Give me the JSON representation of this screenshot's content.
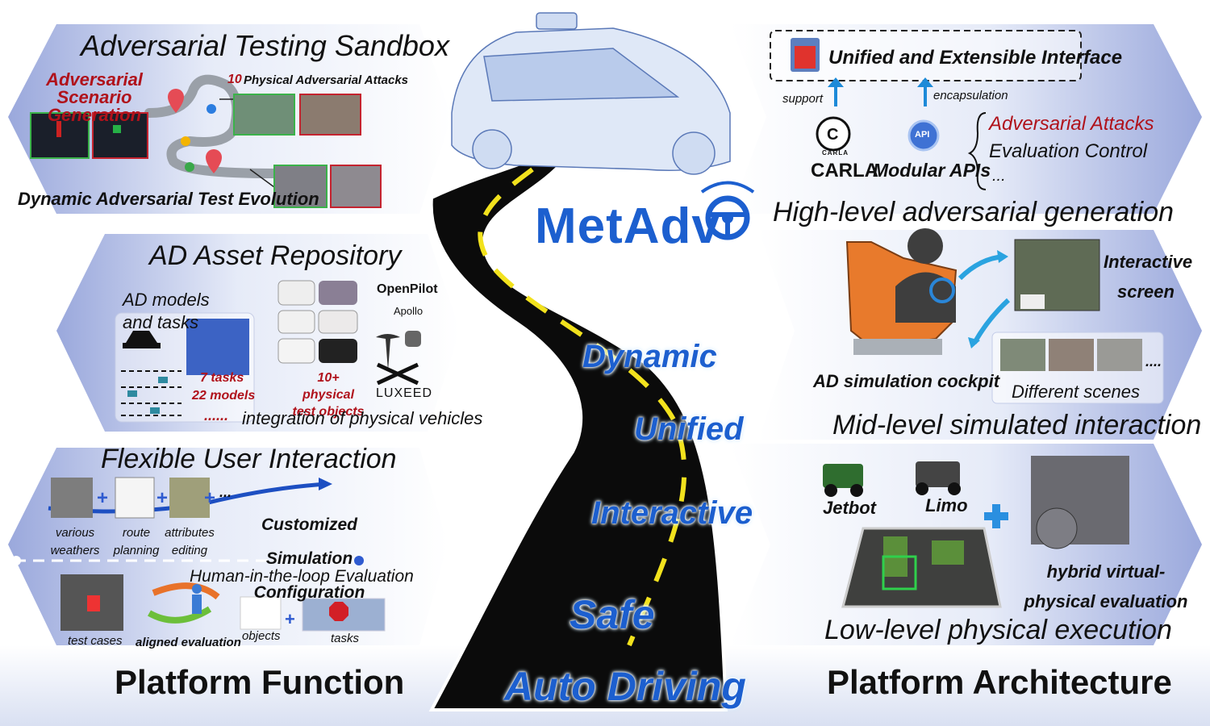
{
  "brand": {
    "name": "MetAdv"
  },
  "road_words": [
    "Dynamic",
    "Unified",
    "Interactive",
    "Safe",
    "Auto Driving"
  ],
  "platform_function": {
    "label": "Platform Function",
    "sandbox": {
      "title": "Adversarial Testing Sandbox",
      "scenario_gen": "Adversarial Scenario Generation",
      "attacks_count": "10",
      "attacks_label": "Physical Adversarial Attacks",
      "evolution": "Dynamic Adversarial Test Evolution"
    },
    "assets": {
      "title": "AD Asset Repository",
      "models_label": "AD models and tasks",
      "tasks": "7 tasks",
      "models": "22 models",
      "ellipsis": "......",
      "objects": "10+ physical test objects",
      "integration": "integration of physical vehicles",
      "brands": [
        "OpenPilot",
        "Apollo",
        "LUXEED"
      ]
    },
    "interaction": {
      "title": "Flexible User Interaction",
      "steps": [
        "various weathers",
        "route planning",
        "attributes editing"
      ],
      "more": "...",
      "custom": "Customized Simulation Configuration",
      "hitl": "Human-in-the-loop Evaluation",
      "test_cases": "test cases",
      "aligned": "aligned evaluation",
      "objects": "objects",
      "tasks": "tasks"
    }
  },
  "platform_architecture": {
    "label": "Platform Architecture",
    "high": {
      "interface": "Unified and Extensible Interface",
      "support": "support",
      "encapsulation": "encapsulation",
      "carla": "CARLA",
      "carla_logo": "CARLA",
      "apis": "Modular APIs",
      "api_badge": "API",
      "attacks": "Adversarial Attacks",
      "eval": "Evaluation Control",
      "more": "...",
      "title": "High-level adversarial generation"
    },
    "mid": {
      "screen": "Interactive screen",
      "cockpit": "AD simulation cockpit",
      "scenes": "Different scenes",
      "more": "....",
      "title": "Mid-level simulated interaction"
    },
    "low": {
      "jetbot": "Jetbot",
      "limo": "Limo",
      "hybrid": "hybrid virtual-physical evaluation",
      "title": "Low-level physical execution"
    }
  },
  "colors": {
    "accent": "#1c5fcf",
    "red": "#b0121b",
    "panel": "#dde3f5",
    "road": "#0b0b0b"
  }
}
